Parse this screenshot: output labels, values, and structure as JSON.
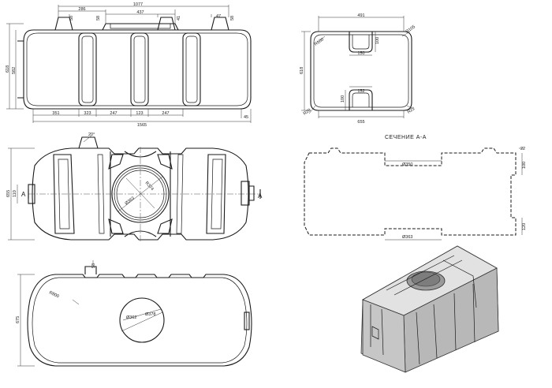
{
  "top_view_dims": {
    "d1077": "1077",
    "d286": "286",
    "d437": "437",
    "d58a": "58",
    "d58b": "58",
    "d41": "41",
    "d47": "47",
    "d58c": "58",
    "d618": "618",
    "d582": "582",
    "d351": "351",
    "d323": "323",
    "d247a": "247",
    "d123": "123",
    "d247b": "247",
    "d45": "45",
    "d1565": "1565"
  },
  "end_view_dims": {
    "d491": "491",
    "dR100": "R100",
    "dR105": "R105",
    "d100": "100",
    "d150": "150",
    "d618": "618",
    "d100b": "100",
    "d152": "152",
    "dR20": "R20",
    "dR22": "R22",
    "d655": "655"
  },
  "plan_view_dims": {
    "d20deg": "20°",
    "d655": "655",
    "d110": "110",
    "dR374": "R374",
    "d363": "Ø363",
    "label_a_left": "A",
    "label_a_right": "A"
  },
  "section": {
    "title": "СЕЧЕНИЕ А-А",
    "d350": "Ø350",
    "d22": "22",
    "d100": "100",
    "d120": "120",
    "d363": "Ø363"
  },
  "bottom_view_dims": {
    "d58": "58",
    "dR800": "R800",
    "d675": "675",
    "d362": "Ø362",
    "d378": "Ø378"
  }
}
